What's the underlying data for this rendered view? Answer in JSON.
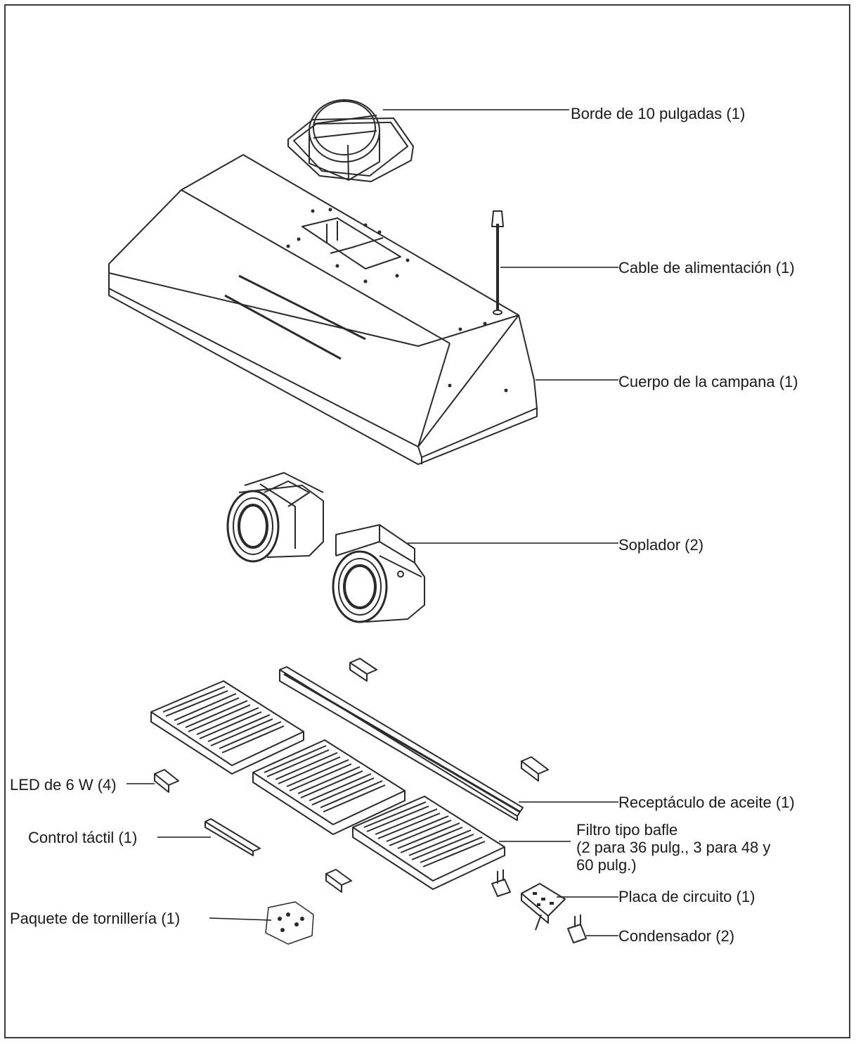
{
  "labels": {
    "borde": "Borde de 10 pulgadas (1)",
    "cable": "Cable de alimentación (1)",
    "cuerpo": "Cuerpo de la campana (1)",
    "soplador": "Soplador (2)",
    "receptaculo": "Receptáculo de aceite (1)",
    "filtro_line1": "Filtro tipo bafle",
    "filtro_line2": "(2 para 36 pulg., 3 para 48 y",
    "filtro_line3": "60 pulg.)",
    "led": "LED de 6 W (4)",
    "control": "Control táctil (1)",
    "placa": "Placa de circuito (1)",
    "paquete": "Paquete de tornillería (1)",
    "condensador": "Condensador (2)"
  },
  "colors": {
    "line": "#1a1a1a",
    "stroke": "#2a2a2a",
    "frame": "#3a3a3a"
  }
}
